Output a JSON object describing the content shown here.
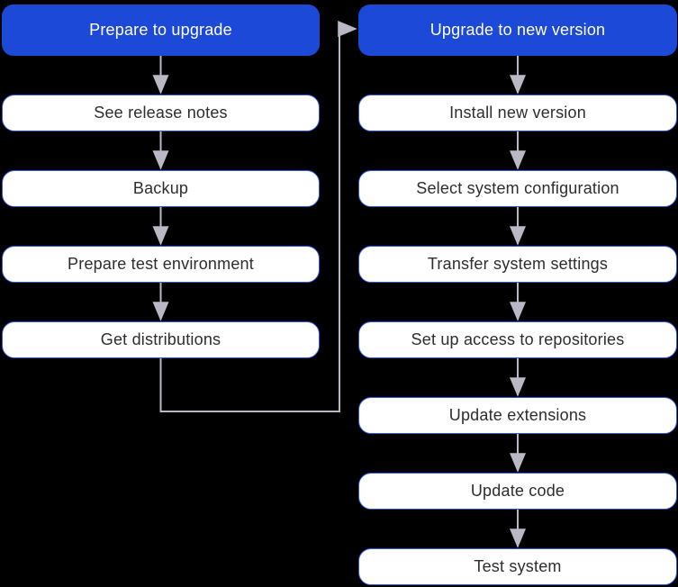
{
  "diagram": {
    "background_color": "#000000",
    "arrow_color": "#b9b8c4",
    "header_bg_color": "#1d49d8",
    "header_text_color": "#ffffff",
    "step_bg_color": "#ffffff",
    "step_border_color": "#2c57e0",
    "step_text_color": "#2e2e30",
    "columns": [
      {
        "header": {
          "label": "Prepare to upgrade"
        },
        "steps": [
          {
            "label": "See release notes"
          },
          {
            "label": "Backup"
          },
          {
            "label": "Prepare test environment"
          },
          {
            "label": "Get distributions"
          }
        ]
      },
      {
        "header": {
          "label": "Upgrade to new version"
        },
        "steps": [
          {
            "label": "Install new version"
          },
          {
            "label": "Select system configuration"
          },
          {
            "label": "Transfer system settings"
          },
          {
            "label": "Set up access to repositories"
          },
          {
            "label": "Update extensions"
          },
          {
            "label": "Update code"
          },
          {
            "label": "Test system"
          }
        ]
      }
    ]
  }
}
